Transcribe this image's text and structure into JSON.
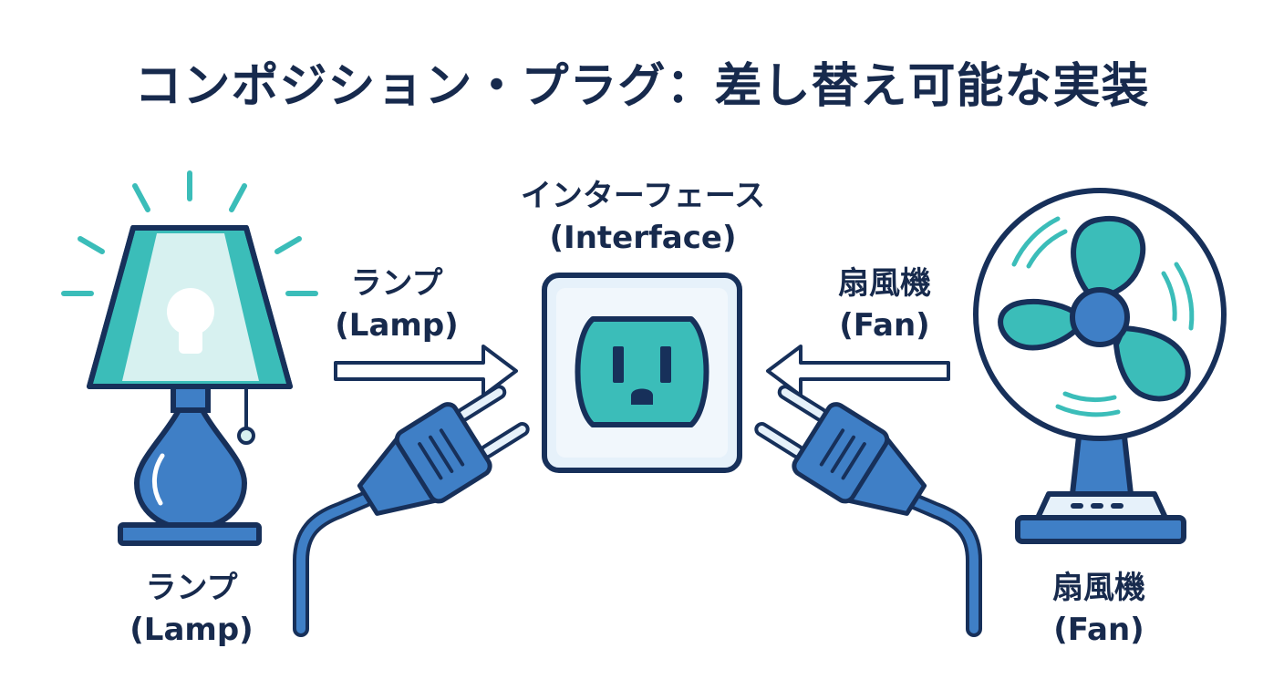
{
  "title": "コンポジション・プラグ：差し替え可能な実装",
  "interface": {
    "name_ja": "インターフェース",
    "name_en": "(Interface)"
  },
  "lamp_arrow_label": {
    "ja": "ランプ",
    "en": "(Lamp)"
  },
  "fan_arrow_label": {
    "ja": "扇風機",
    "en": "(Fan)"
  },
  "lamp_caption": {
    "ja": "ランプ",
    "en": "(Lamp)"
  },
  "fan_caption": {
    "ja": "扇風機",
    "en": "(Fan)"
  },
  "colors": {
    "outline": "#17305a",
    "blue": "#3f7fc6",
    "teal": "#3bbdb9",
    "light_teal": "#d7f1f0",
    "socket_face": "#e6f1fa"
  }
}
